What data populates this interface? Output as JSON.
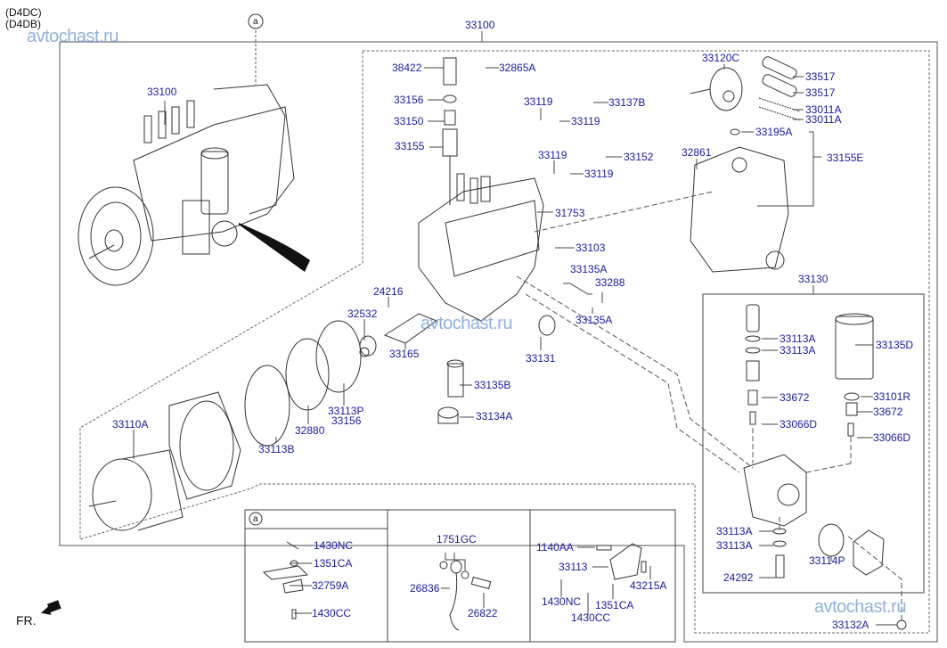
{
  "header": {
    "variants": [
      "(D4DC)",
      "(D4DB)"
    ],
    "assembly_number": "33100",
    "detail_marker": "a",
    "watermark": "avtochast.ru"
  },
  "footer": {
    "direction_label": "FR."
  },
  "colors": {
    "label": "#1a1aa6",
    "line": "#444444",
    "watermark": "#7fa3d8"
  },
  "overview": {
    "pump_label": "33100"
  },
  "main_parts": {
    "p38422": "38422",
    "p32865A": "32865A",
    "p33156a": "33156",
    "p33150": "33150",
    "p33155": "33155",
    "p33119a": "33119",
    "p33137B": "33137B",
    "p33119b": "33119",
    "p33119c": "33119",
    "p33152": "33152",
    "p33119d": "33119",
    "p31753": "31753",
    "p33103": "33103",
    "p33135A_a": "33135A",
    "p33288": "33288",
    "p33135A_b": "33135A",
    "p24216": "24216",
    "p32532": "32532",
    "p33165": "33165",
    "p33131": "33131",
    "p33135B": "33135B",
    "p33134A": "33134A",
    "p33113P": "33113P",
    "p33156b": "33156",
    "p32880": "32880",
    "p33113B": "33113B",
    "p33110A": "33110A"
  },
  "governor": {
    "p33120C": "33120C",
    "p33517a": "33517",
    "p33517b": "33517",
    "p33011Aa": "33011A",
    "p33011Ab": "33011A",
    "p33195A": "33195A",
    "p32861": "32861",
    "p33155E": "33155E"
  },
  "feed_pump": {
    "group": "33130",
    "p33113Aa": "33113A",
    "p33113Ab": "33113A",
    "p33135D": "33135D",
    "p33672a": "33672",
    "p33101R": "33101R",
    "p33672b": "33672",
    "p33066Da": "33066D",
    "p33066Db": "33066D",
    "p33113Ac": "33113A",
    "p33113Ad": "33113A",
    "p33114P": "33114P",
    "p24292": "24292",
    "p33132A": "33132A"
  },
  "detail_a": {
    "marker": "a",
    "p1430NC": "1430NC",
    "p1351CA": "1351CA",
    "p32759A": "32759A",
    "p1430CC": "1430CC"
  },
  "detail_cable": {
    "p1751GC": "1751GC",
    "p26836": "26836",
    "p26822": "26822"
  },
  "detail_bracket": {
    "p1140AA": "1140AA",
    "p33113": "33113",
    "p43215A": "43215A",
    "p1430NC": "1430NC",
    "p1351CA": "1351CA",
    "p1430CC": "1430CC"
  }
}
